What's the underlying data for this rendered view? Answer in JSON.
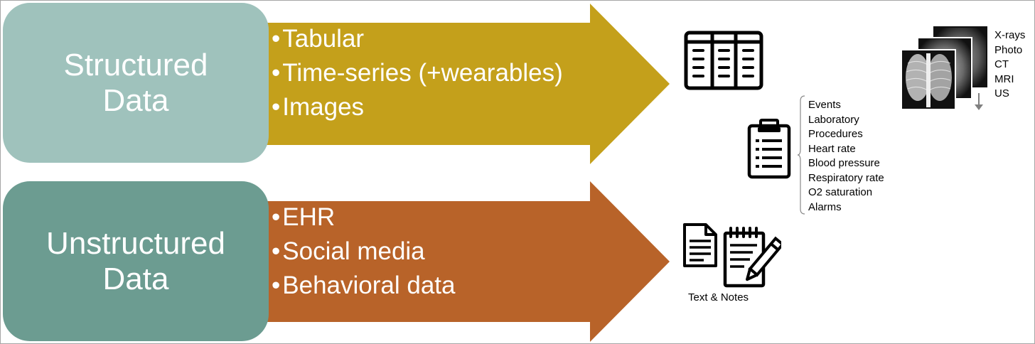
{
  "categories": [
    {
      "id": "structured",
      "title_lines": [
        "Structured",
        "Data"
      ],
      "items": [
        "Tabular",
        "Time-series (+wearables)",
        "Images"
      ],
      "box_color": "#9fc2bc",
      "arrow_color": "#c4a01b"
    },
    {
      "id": "unstructured",
      "title_lines": [
        "Unstructured",
        "Data"
      ],
      "items": [
        "EHR",
        "Social media",
        "Behavioral data"
      ],
      "box_color": "#6c9c91",
      "arrow_color": "#b86329"
    }
  ],
  "clinical_list": [
    "Events",
    "Laboratory",
    "Procedures",
    "Heart rate",
    "Blood pressure",
    "Respiratory rate",
    "O2 saturation",
    "Alarms"
  ],
  "imaging_modalities": [
    "X-rays",
    "Photo",
    "CT",
    "MRI",
    "US"
  ],
  "text_caption": "Text & Notes",
  "icons": [
    "table-icon",
    "clipboard-icon",
    "xray-stack-icon",
    "document-icon",
    "notepad-pencil-icon"
  ]
}
